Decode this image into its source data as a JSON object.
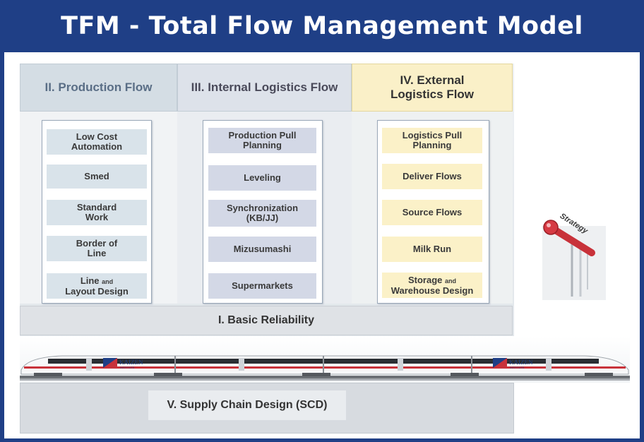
{
  "title": "TFM - Total Flow Management Model",
  "columns": [
    {
      "heading": "II. Production Flow",
      "items": [
        {
          "main": "Low Cost Automation",
          "small": ""
        },
        {
          "main": "Smed",
          "small": ""
        },
        {
          "main": "Standard Work",
          "small": ""
        },
        {
          "main": "Border of Line",
          "small": ""
        },
        {
          "main": "Line",
          "small": "and",
          "rest": "Layout Design"
        }
      ]
    },
    {
      "heading": "III. Internal Logistics Flow",
      "items": [
        {
          "main": "Production Pull Planning"
        },
        {
          "main": "Leveling"
        },
        {
          "main": "Synchronization (KB/JJ)"
        },
        {
          "main": "Mizusumashi"
        },
        {
          "main": "Supermarkets"
        }
      ]
    },
    {
      "heading": "IV. External Logistics Flow",
      "items": [
        {
          "main": "Logistics Pull Planning"
        },
        {
          "main": "Deliver Flows"
        },
        {
          "main": "Source Flows"
        },
        {
          "main": "Milk Run"
        },
        {
          "main": "Storage",
          "small": "and",
          "rest": "Warehouse Design"
        }
      ]
    }
  ],
  "basic_reliability": "I. Basic Reliability",
  "supply_chain": "V. Supply Chain Design (SCD)",
  "strategy_label": "Strategy",
  "train_logo": "KAIZEN",
  "train_logo_sub": "INSTITUTE",
  "colors": {
    "title_bg": "#1f3f86",
    "production_head": "#d4dde4",
    "internal_head": "#dde2ea",
    "external_head": "#faf0c8",
    "train_stripe": "#c8323a"
  }
}
